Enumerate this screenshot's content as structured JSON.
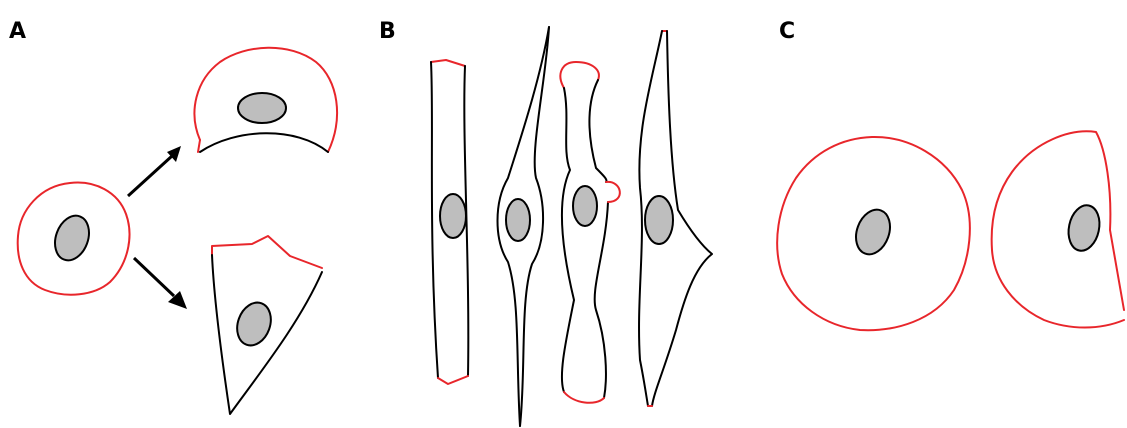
{
  "panels": {
    "a": {
      "label": "A"
    },
    "b": {
      "label": "B"
    },
    "c": {
      "label": "C"
    }
  },
  "colors": {
    "active_edge": "#e8262b",
    "passive_edge": "#000000",
    "nucleus_fill": "#bebebe",
    "background": "#ffffff"
  },
  "icons": {
    "arrow_up": "arrow-up-right-icon",
    "arrow_down": "arrow-down-right-icon"
  }
}
